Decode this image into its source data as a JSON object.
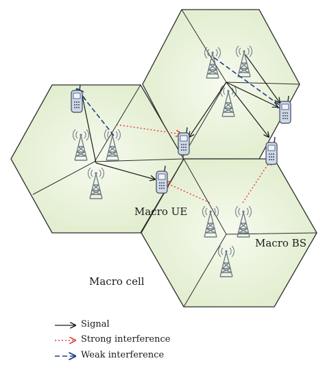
{
  "labels": {
    "macro_ue": "Macro UE",
    "macro_bs": "Macro BS",
    "macro_cell": "Macro cell"
  },
  "legend": {
    "signal": "Signal",
    "strong_interference": "Strong interference",
    "weak_interference": "Weak interference"
  },
  "colors": {
    "cell_fill": "#e9f2d8",
    "cell_fill_light": "#f6faee",
    "cell_border": "#2b2b2b",
    "signal": "#1a1a1a",
    "strong_interference": "#e03a3a",
    "weak_interference": "#1f3a8a",
    "tower": "#6f7a86"
  },
  "icons": [
    "cell-tower-icon",
    "mobile-phone-icon"
  ]
}
